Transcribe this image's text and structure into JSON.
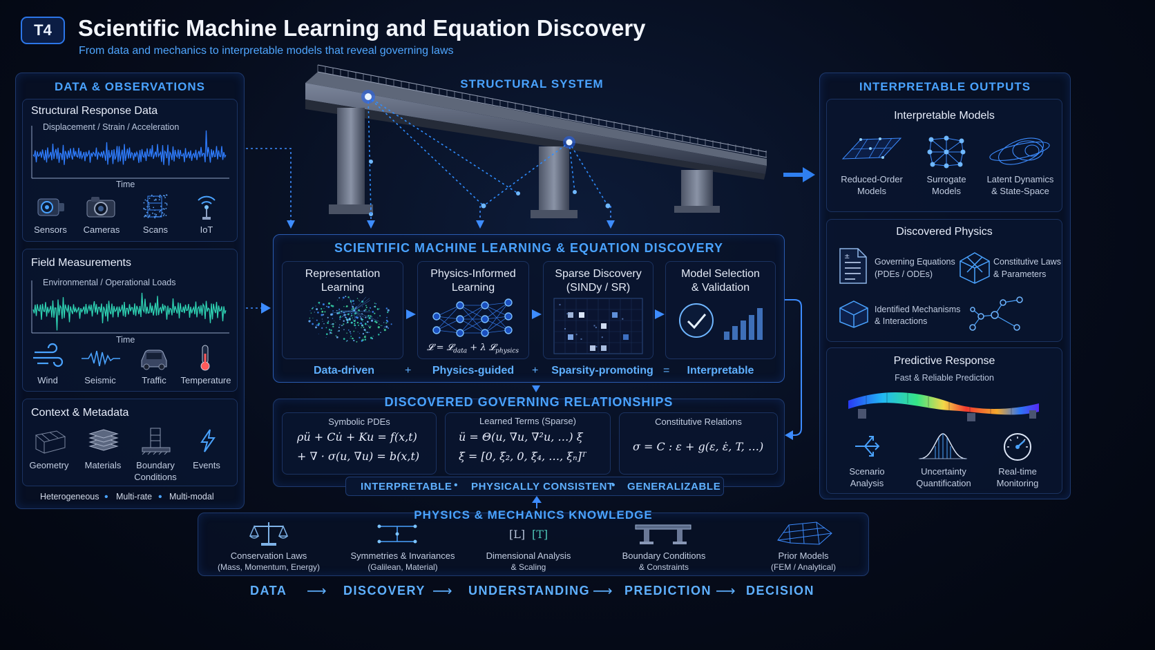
{
  "header": {
    "badge": "T4",
    "title": "Scientific Machine Learning and Equation Discovery",
    "subtitle": "From data and mechanics to interpretable models that reveal governing laws"
  },
  "left": {
    "title": "DATA & OBSERVATIONS",
    "structural": {
      "title": "Structural Response Data",
      "signal_label": "Displacement / Strain / Acceleration",
      "axis": "Time",
      "items": [
        "Sensors",
        "Cameras",
        "Scans",
        "IoT"
      ]
    },
    "field": {
      "title": "Field Measurements",
      "signal_label": "Environmental / Operational Loads",
      "axis": "Time",
      "items": [
        "Wind",
        "Seismic",
        "Traffic",
        "Temperature"
      ]
    },
    "context": {
      "title": "Context & Metadata",
      "items": [
        "Geometry",
        "Materials",
        "Boundary",
        "Conditions",
        "Events"
      ]
    },
    "footer": [
      "Heterogeneous",
      "Multi-rate",
      "Multi-modal"
    ]
  },
  "center": {
    "structural_system": "STRUCTURAL SYSTEM",
    "sciml": {
      "title": "SCIENTIFIC MACHINE LEARNING & EQUATION DISCOVERY",
      "stages": [
        {
          "l1": "Representation",
          "l2": "Learning",
          "tag": "Data-driven"
        },
        {
          "l1": "Physics-Informed",
          "l2": "Learning",
          "tag": "Physics-guided"
        },
        {
          "l1": "Sparse Discovery",
          "l2": "(SINDy / SR)",
          "tag": "Sparsity-promoting"
        },
        {
          "l1": "Model Selection",
          "l2": "& Validation",
          "tag": "Interpretable"
        }
      ],
      "ops": [
        "+",
        "+",
        "="
      ]
    },
    "governing": {
      "title": "DISCOVERED GOVERNING RELATIONSHIPS",
      "cards": [
        {
          "title": "Symbolic PDEs",
          "eq1": "ρü + Cu̇ + Ku = f(x,t)",
          "eq2": "+ ∇ · σ(u, ∇u) = b(x,t)"
        },
        {
          "title": "Learned Terms (Sparse)",
          "eq1": "ü = Θ(u, ∇u, ∇²u, …) ξ",
          "eq2": "ξ = [0, ξ₂, 0, ξ₄, …, ξₙ]ᵀ"
        },
        {
          "title": "Constitutive Relations",
          "eq1": "σ = C : ε + g(ε, ε̇, T, …)"
        }
      ],
      "properties": [
        "INTERPRETABLE",
        "PHYSICALLY CONSISTENT",
        "GENERALIZABLE"
      ]
    },
    "physics": {
      "title": "PHYSICS & MECHANICS KNOWLEDGE",
      "items": [
        {
          "l1": "Conservation Laws",
          "l2": "(Mass, Momentum, Energy)"
        },
        {
          "l1": "Symmetries & Invariances",
          "l2": "(Galilean, Material)"
        },
        {
          "l1": "Dimensional Analysis",
          "l2": "& Scaling"
        },
        {
          "l1": "Boundary Conditions",
          "l2": "& Constraints"
        },
        {
          "l1": "Prior Models",
          "l2": "(FEM / Analytical)"
        }
      ],
      "dim_symbols": [
        "[L]",
        "[T]"
      ]
    },
    "pipeline": [
      "DATA",
      "DISCOVERY",
      "UNDERSTANDING",
      "PREDICTION",
      "DECISION"
    ]
  },
  "right": {
    "title": "INTERPRETABLE OUTPUTS",
    "models": {
      "title": "Interpretable Models",
      "items": [
        {
          "l1": "Reduced-Order",
          "l2": "Models"
        },
        {
          "l1": "Surrogate",
          "l2": "Models"
        },
        {
          "l1": "Latent Dynamics",
          "l2": "& State-Space"
        }
      ]
    },
    "physics": {
      "title": "Discovered Physics",
      "items": [
        {
          "l1": "Governing Equations",
          "l2": "(PDEs / ODEs)"
        },
        {
          "l1": "Constitutive Laws",
          "l2": "& Parameters"
        },
        {
          "l1": "Identified Mechanisms",
          "l2": "& Interactions"
        }
      ]
    },
    "predictive": {
      "title": "Predictive Response",
      "subtitle": "Fast & Reliable Prediction",
      "items": [
        {
          "l1": "Scenario",
          "l2": "Analysis"
        },
        {
          "l1": "Uncertainty",
          "l2": "Quantification"
        },
        {
          "l1": "Real-time",
          "l2": "Monitoring"
        }
      ]
    }
  }
}
